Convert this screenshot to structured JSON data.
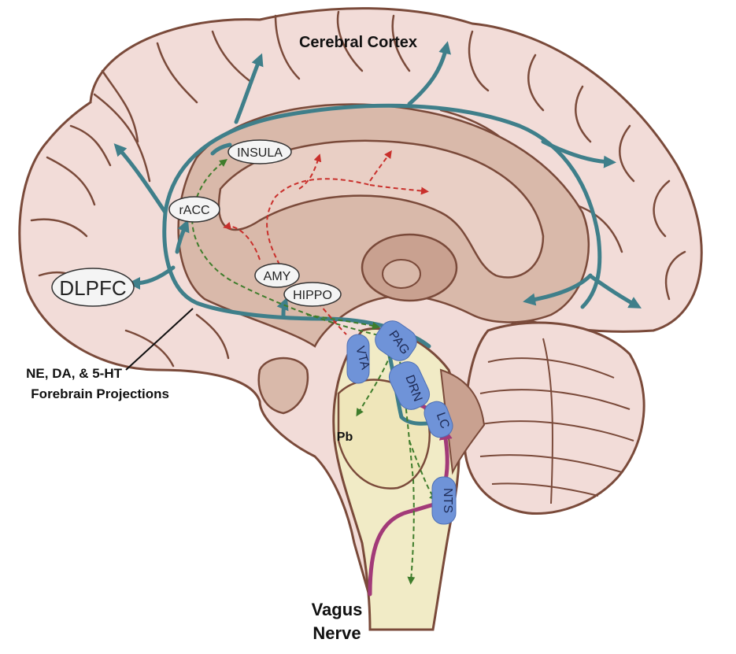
{
  "title": "Cerebral Cortex",
  "regions": {
    "dlpfc": "DLPFC",
    "insula": "INSULA",
    "racc": "rACC",
    "amy": "AMY",
    "hippo": "HIPPO"
  },
  "nuclei": {
    "vta": "VTA",
    "pag": "PAG",
    "drn": "DRN",
    "lc": "LC",
    "nts": "NTS"
  },
  "pb": "Pb",
  "projection_label": {
    "line1": "NE, DA, & 5-HT",
    "line2": "Forebrain Projections"
  },
  "vagus": {
    "line1": "Vagus",
    "line2": "Nerve"
  },
  "colors": {
    "cortex_fill": "#f2dcd8",
    "cortex_stroke": "#7a4a3a",
    "inner_fill": "#d9b9aa",
    "deep_fill": "#c9a190",
    "brainstem_fill": "#f1ebc6",
    "projection_teal": "#3f7f8a",
    "vagal_magenta": "#a23a78",
    "green_dashed": "#3f7d2c",
    "red_dashed": "#c9302c",
    "nucleus_blue": "#6f93d8"
  }
}
